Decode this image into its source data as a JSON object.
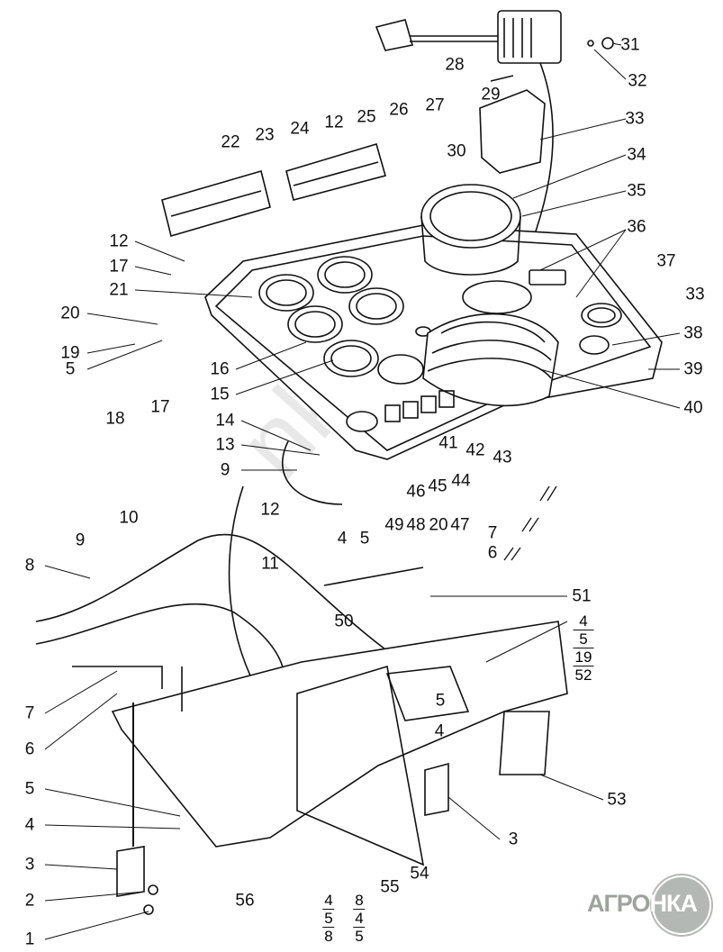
{
  "title": "Instrument panel assembly exploded view",
  "callouts": [
    "31",
    "32",
    "28",
    "29",
    "33",
    "30",
    "34",
    "27",
    "26",
    "25",
    "12",
    "24",
    "23",
    "22",
    "35",
    "36",
    "12",
    "17",
    "21",
    "37",
    "33",
    "20",
    "19",
    "5",
    "16",
    "15",
    "18",
    "17",
    "38",
    "39",
    "40",
    "14",
    "13",
    "9",
    "43",
    "42",
    "41",
    "46",
    "45",
    "44",
    "12",
    "10",
    "49",
    "48",
    "20",
    "47",
    "7",
    "4",
    "5",
    "6",
    "9",
    "8",
    "11",
    "51",
    "50",
    "5",
    "4",
    "7",
    "6",
    "53",
    "5",
    "4",
    "3",
    "3",
    "2",
    "1",
    "56",
    "55",
    "54"
  ],
  "stacks": [
    [
      "4",
      "5",
      "19",
      "52"
    ],
    [
      "4",
      "5",
      "8"
    ],
    [
      "8",
      "4",
      "5"
    ]
  ],
  "logo": {
    "left": "АГРО",
    "right": "НКА"
  },
  "watermark": "nkabo"
}
